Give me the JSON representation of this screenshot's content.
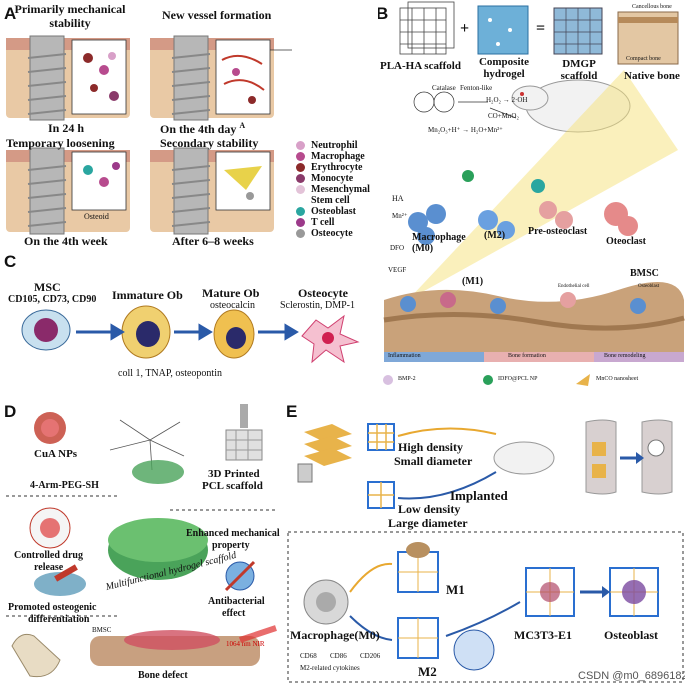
{
  "panelA": {
    "label": "A",
    "q1_title": "Primarily mechanical stability",
    "q1_caption": "In 24 h",
    "q2_title": "New vessel formation",
    "q2_caption": "On the 4th day",
    "q2_caption_mark": "A",
    "q3_title": "Temporary loosening",
    "q3_caption": "On the 4th week",
    "q3_inset": "Osteoid",
    "q4_title": "Secondary stability",
    "q4_caption": "After 6–8 weeks",
    "legend": [
      {
        "label": "Neutrophil",
        "color": "#d8a0c8"
      },
      {
        "label": "Macrophage",
        "color": "#b74b8e"
      },
      {
        "label": "Erythrocyte",
        "color": "#8c2a2a"
      },
      {
        "label": "Monocyte",
        "color": "#8a3a6a"
      },
      {
        "label": "Mesenchymal",
        "color": "#e3c3d8"
      },
      {
        "label": "Stem cell",
        "color": ""
      },
      {
        "label": "Osteoblast",
        "color": "#2aa6a0"
      },
      {
        "label": "T cell",
        "color": "#9c3a8a"
      },
      {
        "label": "Osteocyte",
        "color": "#999999"
      }
    ]
  },
  "panelB": {
    "label": "B",
    "scaffold1": "PLA-HA scaffold",
    "plus": "+",
    "scaffold2": "Composite hydrogel",
    "equals": "=",
    "scaffold3": "DMGP scaffold",
    "native": "Native bone",
    "cancellous": "Cancellous bone",
    "compact": "Compact bone",
    "eq1": "Fenton-like",
    "eq2": "H₂O₂ → 2·OH",
    "eq3": "CO+MnO₂",
    "eq4": "Mn₂O₃+H⁺ → H₂O+Mn²⁺",
    "catalase": "Catalase",
    "ha": "HA",
    "mn": "Mn²⁺",
    "dfo": "DFO",
    "vegf": "VEGF",
    "macrophage": "Macrophage (M0)",
    "m2": "(M2)",
    "m1": "(M1)",
    "preosteoclast": "Pre-osteoclast",
    "osteoclast": "Oteoclast",
    "bmsc": "BMSC",
    "endothelial": "Endothelial cell",
    "osteoblast": "Osteoblast",
    "inflammation": "Inflammation",
    "boneformation": "Bone formation",
    "boneremodel": "Bone remodeling",
    "leg1": "BMP-2",
    "leg2": "IDFO@PCL NP",
    "leg3": "MnCO nanosheet"
  },
  "panelC": {
    "label": "C",
    "msc": "MSC",
    "msc_markers": "CD105, CD73, CD90",
    "immature": "Immature Ob",
    "mature": "Mature Ob",
    "mature_marker": "osteocalcin",
    "osteocyte": "Osteocyte",
    "osteocyte_markers": "Sclerostin, DMP-1",
    "bottom": "coll 1, TNAP, osteopontin"
  },
  "panelD": {
    "label": "D",
    "cua": "CuA NPs",
    "peg": "4-Arm-PEG-SH",
    "printed": "3D Printed",
    "pcl": "PCL scaffold",
    "controlled": "Controlled drug",
    "release": "release",
    "enhanced": "Enhanced mechanical",
    "property": "property",
    "hydrogel": "Multifunctional hydrogel scaffold",
    "antibacterial": "Antibacterial",
    "effect": "effect",
    "promoted": "Promoted osteogenic",
    "differentiation": "differentiation",
    "bmsc": "BMSC",
    "nir": "1064 nm NIR",
    "defect": "Bone defect"
  },
  "panelE": {
    "label": "E",
    "high1": "High density",
    "high2": "Small diameter",
    "implanted": "Implanted",
    "low1": "Low density",
    "low2": "Large diameter",
    "macrophage": "Macrophage(M0)",
    "m1": "M1",
    "m2": "M2",
    "mc3t3": "MC3T3-E1",
    "osteoblast": "Osteoblast",
    "leg_cd68": "CD68",
    "leg_cd86": "CD86",
    "leg_cd206": "CD206",
    "leg_cyto": "M2-related cytokines"
  },
  "watermark": "CSDN @m0_68961828",
  "colors": {
    "bone": "#e9c9a5",
    "implant": "#b7b7b7",
    "arrow": "#2a5aa8",
    "hydrogel": "#4aa35a",
    "scaffold": "#e8b34a",
    "teal": "#2aa6a0"
  }
}
